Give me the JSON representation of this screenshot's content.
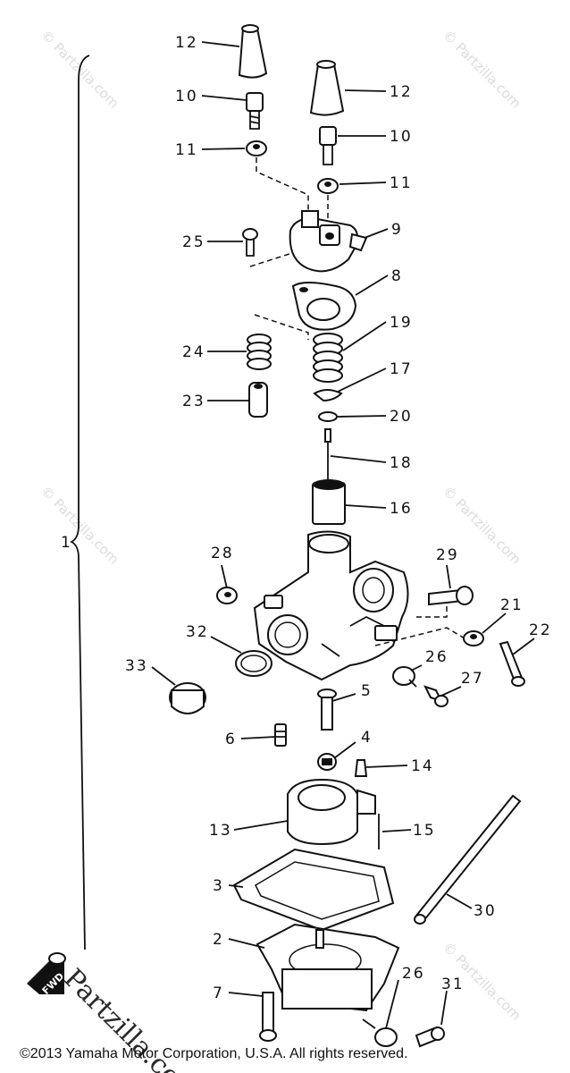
{
  "watermark_text": "© Partzilla.com",
  "watermark_big": "Partzilla.com",
  "fwd_label": "FWD",
  "copyright": "©2013  Yamaha Motor Corporation, U.S.A. All rights reserved.",
  "labels": {
    "p1": "1",
    "p2": "2",
    "p3": "3",
    "p4": "4",
    "p5": "5",
    "p6": "6",
    "p7": "7",
    "p8": "8",
    "p9": "9",
    "p10a": "10",
    "p10b": "10",
    "p11a": "11",
    "p11b": "11",
    "p12a": "12",
    "p12b": "12",
    "p13": "13",
    "p14": "14",
    "p15": "15",
    "p16": "16",
    "p17": "17",
    "p18": "18",
    "p19": "19",
    "p20": "20",
    "p21": "21",
    "p22": "22",
    "p23": "23",
    "p24": "24",
    "p25": "25",
    "p26a": "26",
    "p26b": "26",
    "p27": "27",
    "p28": "28",
    "p29": "29",
    "p30": "30",
    "p31": "31",
    "p32": "32",
    "p33": "33"
  }
}
